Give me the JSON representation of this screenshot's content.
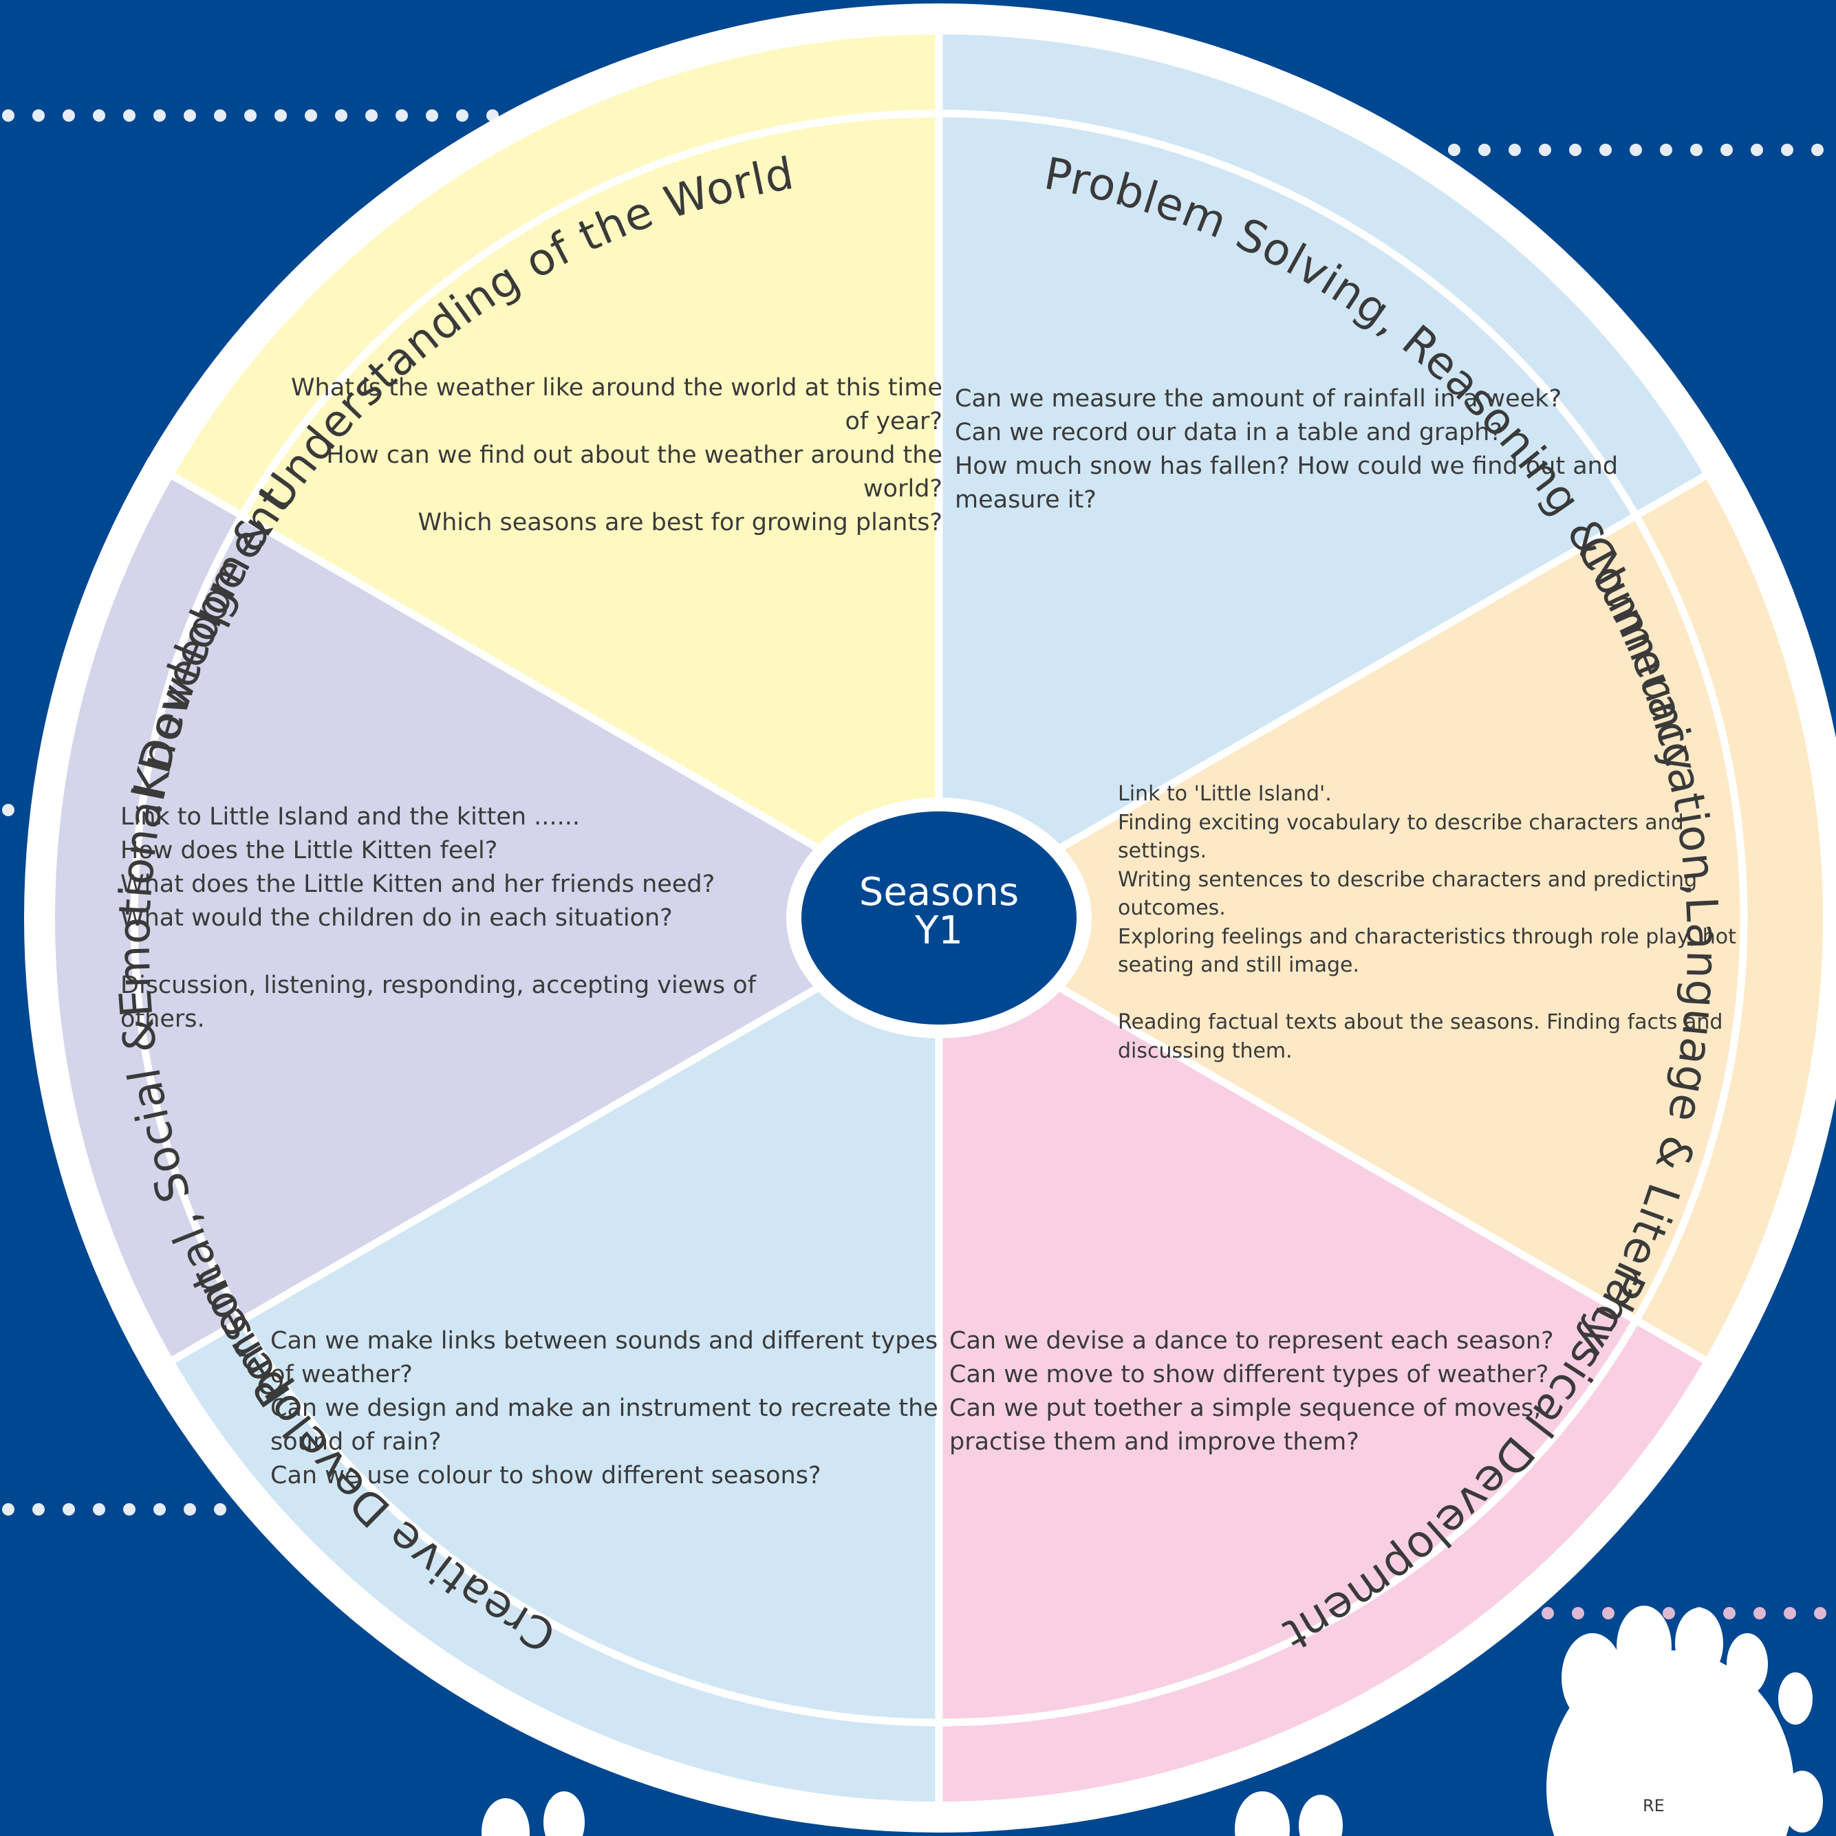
{
  "center": {
    "title": "Seasons",
    "subtitle": "Y1"
  },
  "colors": {
    "background": "#004791",
    "ring_white": "#ffffff",
    "knowledge": "#fff9c1",
    "problem_solving": "#d0e6f5",
    "communication": "#fde9c6",
    "physical": "#f9d0e3",
    "creative": "#d0e6f5",
    "personal": "#d4d4ea",
    "text": "#3a3a3a"
  },
  "segments": {
    "knowledge": {
      "title": "Knowledge & Understanding of the World",
      "lines": [
        "What is the weather like around the world at this time",
        "of year?",
        "How can we find out about the weather around the",
        "world?",
        "Which seasons are best for growing plants?"
      ]
    },
    "problem_solving": {
      "title": "Problem Solving, Reasoning &Numeracy",
      "lines": [
        "Can we measure the amount of rainfall in a week?",
        "Can we record our data in a table and graph?",
        "How much snow has fallen? How could we find out and",
        "measure it?"
      ]
    },
    "communication": {
      "title": "Communication,Language & Literacy",
      "lines": [
        "Link to 'Little Island'.",
        "Finding exciting vocabulary to describe characters and settings.",
        "Writing sentences to describe characters and predicting",
        "outcomes.",
        "Exploring feelings and characteristics through role play, hot",
        "seating and still image.",
        "",
        "Reading factual texts about the seasons. Finding facts and",
        "discussing them."
      ]
    },
    "physical": {
      "title": "Physical Development",
      "lines": [
        "Can we devise a dance to represent each season?",
        "Can we move to show different types of weather?",
        "Can we put toether a simple sequence of moves,",
        "practise them and improve them?"
      ]
    },
    "creative": {
      "title": "Creative Development",
      "lines": [
        "Can we make links between sounds and different types",
        "of weather?",
        "Can we design and make an instrument to recreate the",
        "sound of rain?",
        "Can we use colour to show different seasons?"
      ]
    },
    "personal": {
      "title": "Personal, Social &Emotional Development",
      "lines": [
        "Link to Little Island and the kitten ......",
        "How does the Little Kitten feel?",
        "What does the Little Kitten and her friends need?",
        "What would the children do in each situation?",
        "",
        "Discussion, listening, responding, accepting views of",
        "others."
      ]
    }
  },
  "footer_mark": "RE"
}
